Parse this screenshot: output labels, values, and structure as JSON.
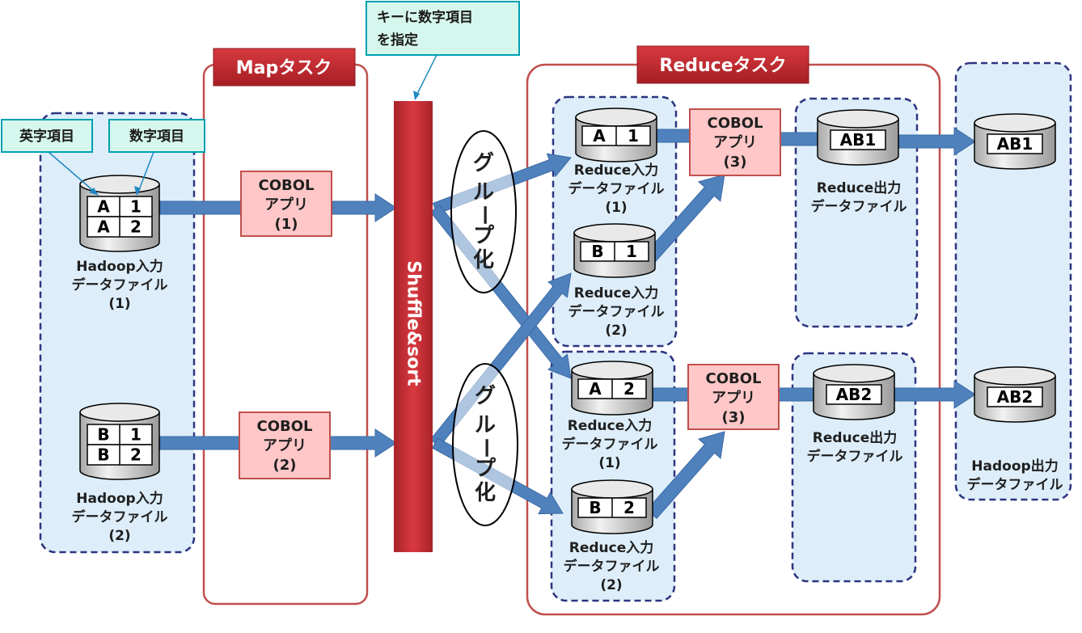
{
  "map_task": {
    "title": "Mapタスク"
  },
  "reduce_task": {
    "title": "Reduceタスク"
  },
  "callouts": {
    "key_spec": [
      "キーに数字項目",
      "を指定"
    ],
    "alpha_field": "英字項目",
    "numeric_field": "数字項目"
  },
  "shuffle": {
    "label": "Shuffle&sort"
  },
  "grouping": {
    "label": [
      "グ",
      "ル",
      "ー",
      "プ",
      "化"
    ]
  },
  "cobol": {
    "line1": "COBOL",
    "line2": "アプリ",
    "map1_id": "(1)",
    "map2_id": "(2)",
    "reduce_id": "(3)"
  },
  "hadoop_input": {
    "line1": "Hadoop入力",
    "line2": "データファイル",
    "file1": {
      "id": "(1)",
      "rows": [
        [
          "A",
          "1"
        ],
        [
          "A",
          "2"
        ]
      ]
    },
    "file2": {
      "id": "(2)",
      "rows": [
        [
          "B",
          "1"
        ],
        [
          "B",
          "2"
        ]
      ]
    }
  },
  "reduce_input": {
    "line1": "Reduce入力",
    "line2": "データファイル",
    "group1": [
      {
        "id": "(1)",
        "cells": [
          "A",
          "1"
        ]
      },
      {
        "id": "(2)",
        "cells": [
          "B",
          "1"
        ]
      }
    ],
    "group2": [
      {
        "id": "(1)",
        "cells": [
          "A",
          "2"
        ]
      },
      {
        "id": "(2)",
        "cells": [
          "B",
          "2"
        ]
      }
    ]
  },
  "reduce_output": {
    "line1": "Reduce出力",
    "line2": "データファイル",
    "values": [
      "AB1",
      "AB2"
    ]
  },
  "hadoop_output": {
    "line1": "Hadoop出力",
    "line2": "データファイル",
    "values": [
      "AB1",
      "AB2"
    ]
  },
  "colors": {
    "task_border": "#c0504d",
    "tag_fill": "#c0272d",
    "cobol_fill": "#ffc7c7",
    "cobol_border": "#c0504d",
    "arrow": "#4f81bd",
    "zone_fill": "#ddeefa",
    "zone_border": "#2e3580",
    "callout_fill": "#d6f7ee",
    "callout_border": "#00a0b0",
    "cylinder": "#d9d9d9"
  }
}
